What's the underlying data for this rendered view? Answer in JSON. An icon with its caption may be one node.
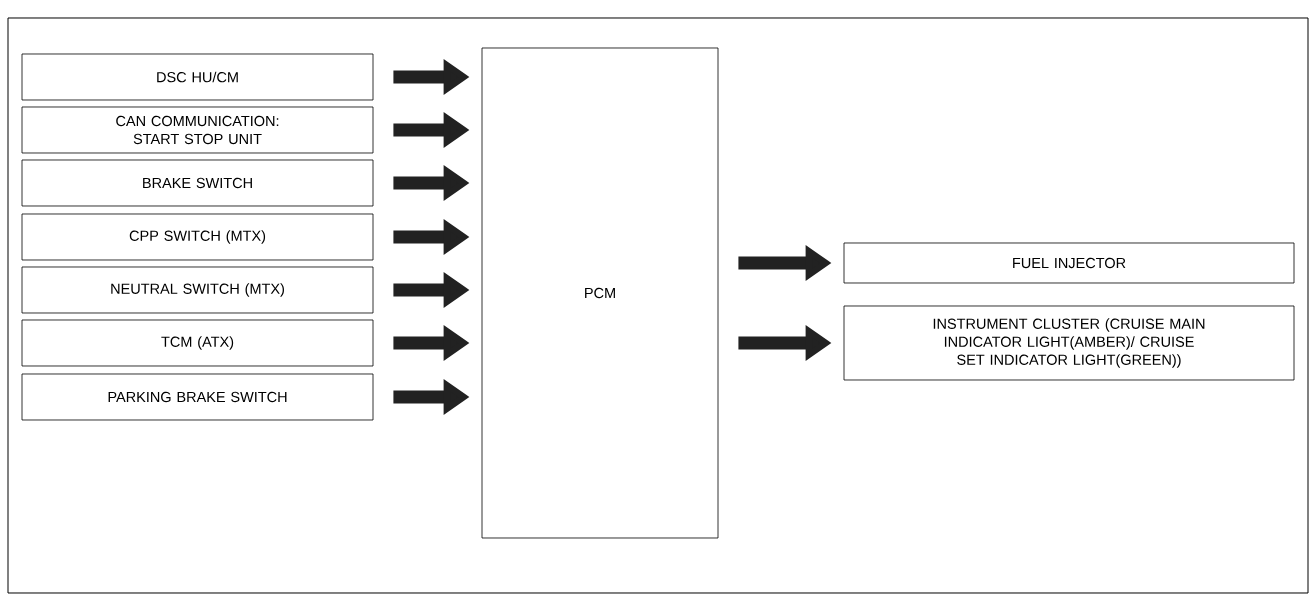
{
  "diagram": {
    "nodes": [
      {
        "text": [
          "DSC HU/CM"
        ]
      },
      {
        "text": [
          "CAN COMMUNICATION: START STOP UNIT"
        ]
      },
      {
        "text": [
          "BRAKE SWITCH"
        ]
      },
      {
        "text": [
          "CPP SWITCH (MTX)"
        ]
      },
      {
        "text": [
          "NEUTRAL SWITCH (MTX)"
        ]
      },
      {
        "text": [
          "TCM (ATX)"
        ]
      },
      {
        "text": [
          "PARKING BRAKE SWITCH"
        ]
      },
      {
        "text": [
          "PCM"
        ]
      },
      {
        "text": [
          "FUEL INJECTOR"
        ]
      },
      {
        "text": [
          "INSTRUMENT CLUSTER (CRUISE MAIN INDICATOR LIGHT(AMBER)/ CRUISE SET INDICATOR LIGHT(GREEN))"
        ]
      }
    ],
    "edges": [
      {
        "from": 0,
        "to": 7,
        "arrow": "to"
      },
      {
        "from": 1,
        "to": 7,
        "arrow": "to"
      },
      {
        "from": 2,
        "to": 7,
        "arrow": "to"
      },
      {
        "from": 3,
        "to": 7,
        "arrow": "to"
      },
      {
        "from": 4,
        "to": 7,
        "arrow": "to"
      },
      {
        "from": 5,
        "to": 7,
        "arrow": "to"
      },
      {
        "from": 6,
        "to": 7,
        "arrow": "to"
      },
      {
        "from": 7,
        "to": 8,
        "arrow": "to"
      },
      {
        "from": 7,
        "to": 9,
        "arrow": "to"
      }
    ]
  }
}
